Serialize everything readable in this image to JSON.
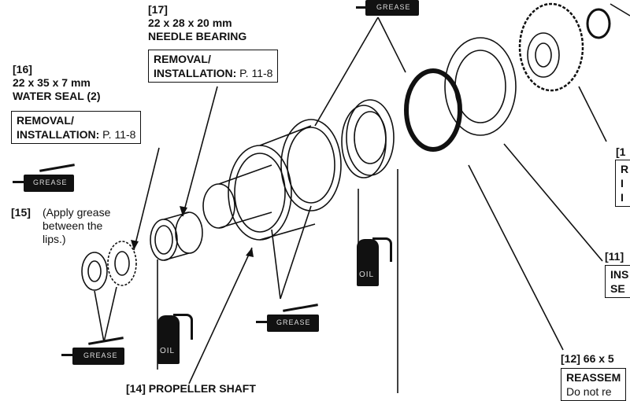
{
  "callouts": {
    "needle_bearing": {
      "ref": "[17]",
      "size": "22 x 28 x 20 mm",
      "name": "NEEDLE BEARING",
      "box_line1": "REMOVAL/",
      "box_line2_bold": "INSTALLATION:",
      "box_line2_page": "P. 11-8"
    },
    "water_seal": {
      "ref": "[16]",
      "size": "22 x 35 x 7 mm",
      "name": "WATER SEAL (2)",
      "box_line1": "REMOVAL/",
      "box_line2_bold": "INSTALLATION:",
      "box_line2_page": "P. 11-8"
    },
    "grease_note": {
      "ref": "[15]",
      "line1": "(Apply grease",
      "line2": "between the",
      "line3": "lips.)"
    },
    "propeller_shaft": {
      "ref": "[14]",
      "name": "PROPELLER SHAFT"
    },
    "right_top": {
      "ref": "[1",
      "box_line1": "R",
      "box_line2": "I",
      "box_line3": "I"
    },
    "right_mid": {
      "ref": "[11]",
      "box_line1": "INS",
      "box_line2": "SE"
    },
    "right_bottom": {
      "ref": "[12] 66 x 5",
      "box_line1": "REASSEM",
      "box_line2": "Do not re"
    }
  },
  "lubricants": {
    "grease": "GREASE",
    "oil": "OIL"
  }
}
